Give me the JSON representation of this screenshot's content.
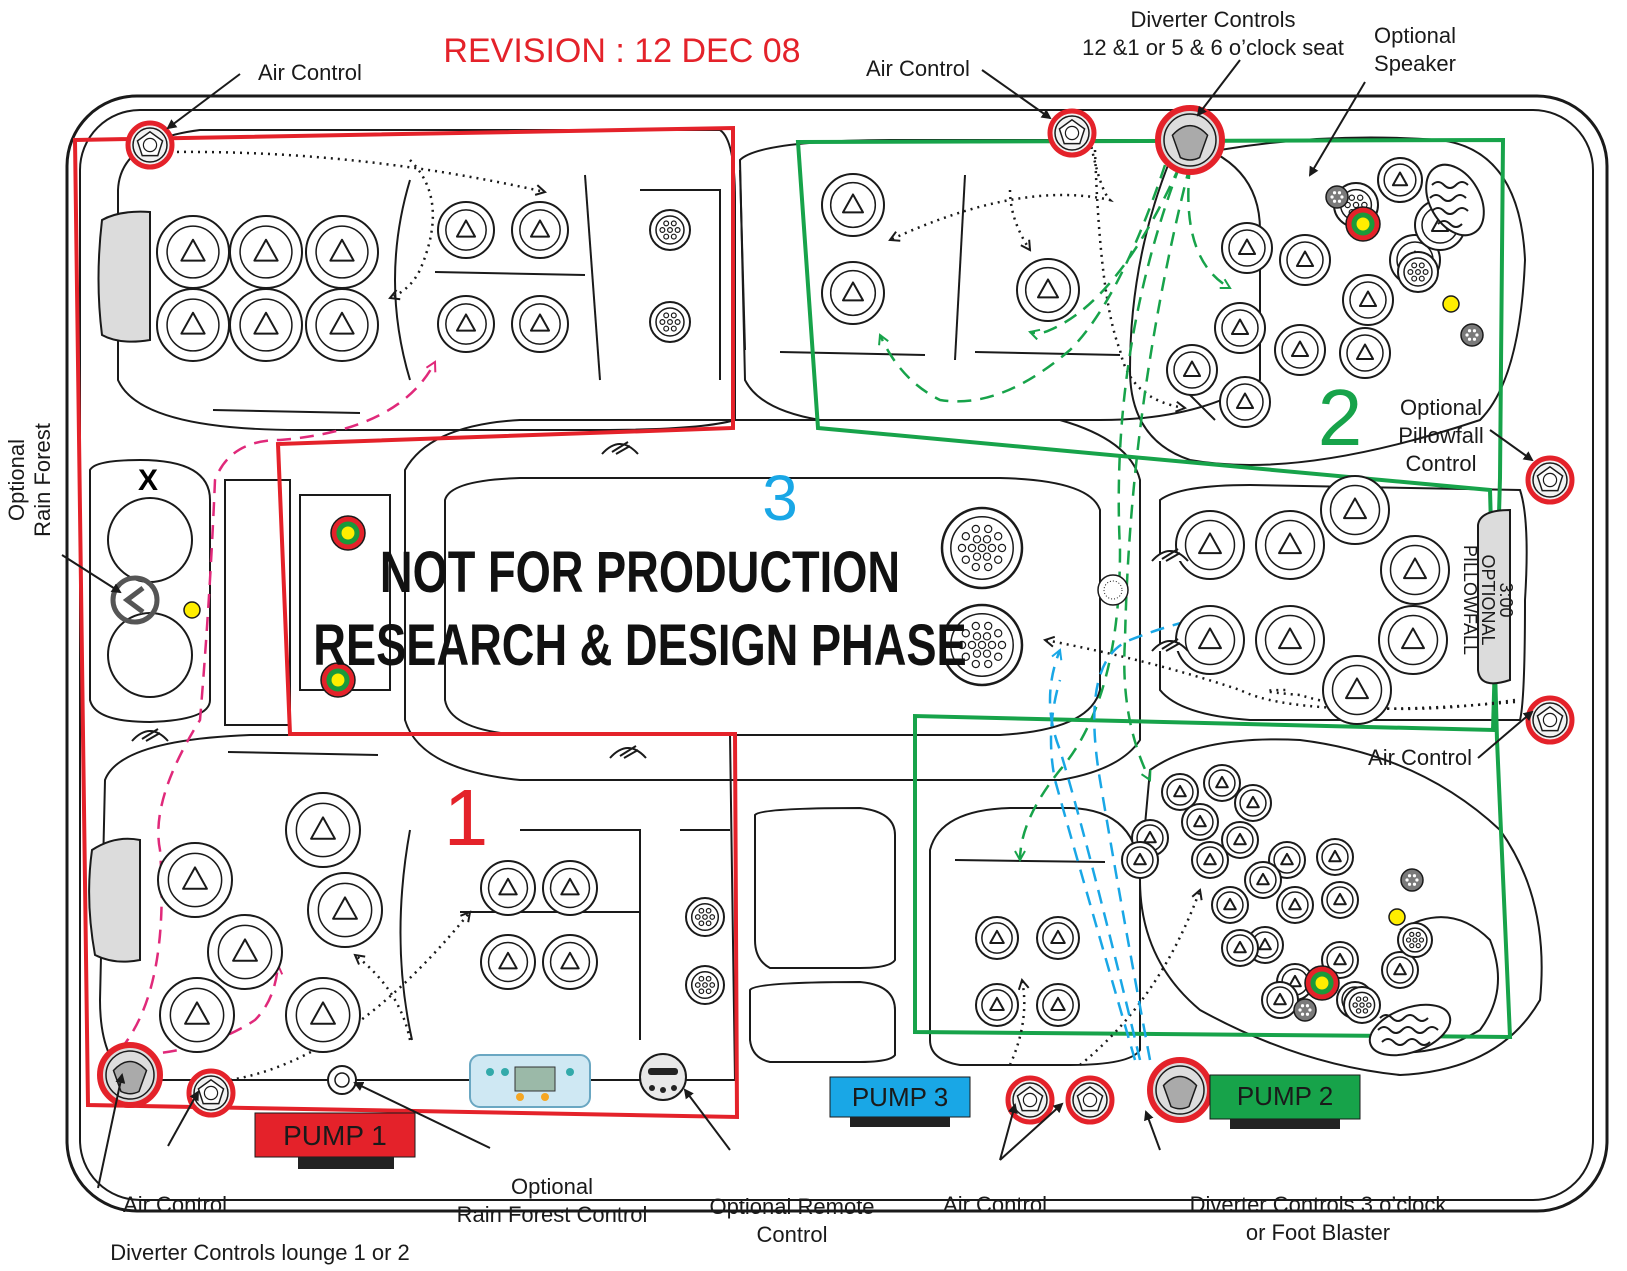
{
  "revision": "REVISION : 12 DEC 08",
  "labels": {
    "air_control_tl": "Air Control",
    "air_control_tc": "Air Control",
    "diverter_top_line1": "Diverter Controls",
    "diverter_top_line2": "12 &1 or 5 & 6  o’clock seat",
    "optional_speaker_line1": "Optional",
    "optional_speaker_line2": "Speaker",
    "optional_rainforest_line1": "Optional",
    "optional_rainforest_line2": "Rain Forest",
    "optional_pillowfall_line1": "Optional",
    "optional_pillowfall_line2": "Pillowfall",
    "optional_pillowfall_line3": "Control",
    "air_control_right": "Air Control",
    "air_control_bl": "Air Control",
    "diverter_lounge": "Diverter Controls lounge 1 or 2",
    "rainforest_control_line1": "Optional",
    "rainforest_control_line2": "Rain Forest Control",
    "remote_line1": "Optional Remote",
    "remote_line2": "Control",
    "air_control_bc": "Air Control",
    "diverter_3_line1": "Diverter Controls 3 o’clock",
    "diverter_3_line2": "or Foot Blaster",
    "pillowfall_line1": "3:00",
    "pillowfall_line2": "OPTIONAL",
    "pillowfall_line3": "PILLOWFALL",
    "x_mark": "X"
  },
  "watermark": {
    "line1": "NOT FOR PRODUCTION",
    "line2": "RESEARCH & DESIGN PHASE"
  },
  "zones": [
    {
      "number": "1",
      "color": "#e4222a"
    },
    {
      "number": "2",
      "color": "#17a34a"
    },
    {
      "number": "3",
      "color": "#19a7e6"
    }
  ],
  "pumps": [
    {
      "label": "PUMP  1",
      "color": "#e4222a"
    },
    {
      "label": "PUMP  3",
      "color": "#19a7e6"
    },
    {
      "label": "PUMP  2",
      "color": "#17a34a"
    }
  ],
  "colors": {
    "control_red": "#e4222a",
    "speaker_gray": "#7a7a7a",
    "light_yellow": "#ffee00",
    "light_green": "#1a9a3a",
    "pillow_gray": "#dcdcdc"
  },
  "icons": [
    "air-control-icon",
    "diverter-control-icon",
    "jet-icon",
    "cluster-jet-icon",
    "speaker-icon",
    "light-icon",
    "remote-control-icon",
    "control-panel-icon"
  ]
}
